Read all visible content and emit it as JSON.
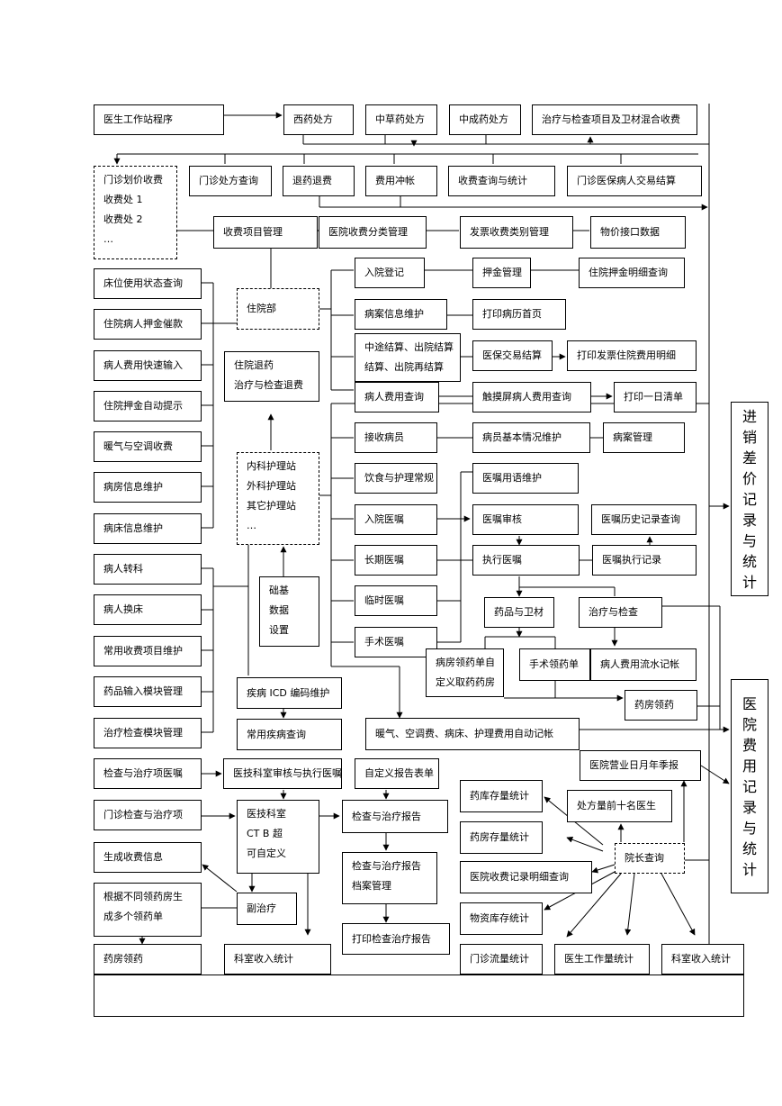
{
  "nodes": {
    "doctor_ws": "医生工作站程序",
    "western_rx": "西药处方",
    "herbal_rx": "中草药处方",
    "patent_rx": "中成药处方",
    "mixed_fee": "治疗与检查项目及卫材混合收费",
    "op_pricing": [
      "门诊划价收费",
      "收费处 1",
      "收费处 2",
      "…"
    ],
    "op_rx_query": "门诊处方查询",
    "refund": "退药退费",
    "fee_reversal": "费用冲帐",
    "fee_query_stats": "收费查询与统计",
    "op_insurance": "门诊医保病人交易结算",
    "fee_item_mgmt": "收费项目管理",
    "hosp_fee_class": "医院收费分类管理",
    "invoice_class": "发票收费类别管理",
    "price_iface": "物价接口数据",
    "bed_status": "床位使用状态查询",
    "deposit_reminder": "住院病人押金催款",
    "fast_fee_input": "病人费用快速输入",
    "deposit_auto": "住院押金自动提示",
    "heating_ac": "暖气与空调收费",
    "ward_info": "病房信息维护",
    "bed_info": "病床信息维护",
    "inpatient_dept": "住院部",
    "inpatient_refund": [
      "住院退药",
      "治疗与检查退费"
    ],
    "nursing_stations": [
      "内科护理站",
      "外科护理站",
      "其它护理站",
      "…"
    ],
    "base_data": [
      "础基",
      "数据",
      "设置"
    ],
    "admission": "入院登记",
    "deposit_mgmt": "押金管理",
    "deposit_detail": "住院押金明细查询",
    "record_maint": "病案信息维护",
    "print_record_home": "打印病历首页",
    "settlement": [
      "中途结算、出院结算",
      "结算、出院再结算"
    ],
    "insurance_settle": "医保交易结算",
    "print_invoice": "打印发票住院费用明细",
    "patient_fee_query": "病人费用查询",
    "touch_fee_query": "触摸屏病人费用查询",
    "print_daily": "打印一日清单",
    "receive_patient": "接收病员",
    "patient_basic": "病员基本情况维护",
    "record_mgmt": "病案管理",
    "diet_care": "饮食与护理常规",
    "order_terms": "医嘱用语维护",
    "admission_order": "入院医嘱",
    "order_review": "医嘱审核",
    "order_history": "医嘱历史记录查询",
    "longterm_order": "长期医嘱",
    "exec_order": "执行医嘱",
    "order_exec_record": "医嘱执行记录",
    "temp_order": "临时医嘱",
    "drug_supplies": "药品与卫材",
    "treat_exam": "治疗与检查",
    "surgery_order": "手术医嘱",
    "ward_requisition": [
      "病房领药单自",
      "定义取药药房"
    ],
    "surgery_requisition": "手术领药单",
    "patient_fee_flow": "病人费用流水记帐",
    "pharmacy_pickup": "药房领药",
    "transfer_dept": "病人转科",
    "change_bed": "病人换床",
    "common_fee_items": "常用收费项目维护",
    "drug_input": "药品输入模块管理",
    "treat_exam_module": "治疗检查模块管理",
    "icd_code": "疾病 ICD 编码维护",
    "common_disease": "常用疾病查询",
    "auto_billing": "暖气、空调费、病床、护理费用自动记帐",
    "hospital_report": "医院营业日月年季报",
    "exam_treat_order": "检查与治疗项医嘱",
    "tech_review": "医技科室审核与执行医嘱",
    "custom_report": "自定义报告表单",
    "op_exam_treat": "门诊检查与治疗项",
    "tech_dept": [
      "医技科室",
      "CT B 超",
      "可自定义"
    ],
    "exam_report": "检查与治疗报告",
    "gen_fee_info": "生成收费信息",
    "exam_archive": [
      "检查与治疗报告",
      "档案管理"
    ],
    "multi_requisition": [
      "根据不同领药房生",
      "成多个领药单"
    ],
    "aux_treatment": "副治疗",
    "print_exam_report": "打印检查治疗报告",
    "pharmacy_pickup_op": "药房领药",
    "dept_income_stats": "科室收入统计",
    "warehouse_stock": "药库存量统计",
    "top10_doctors": "处方量前十名医生",
    "pharmacy_stock": "药房存量统计",
    "dean_query": "院长查询",
    "hosp_fee_detail": "医院收费记录明细查询",
    "material_stock": "物资库存统计",
    "op_flow_stats": "门诊流量统计",
    "doctor_workload": "医生工作量统计",
    "dept_income_stats2": "科室收入统计",
    "purchase_sales": [
      "进",
      "销",
      "差",
      "价",
      "记",
      "录",
      "与",
      "统",
      "计"
    ],
    "hospital_fees": [
      "医",
      "院",
      "费",
      "用",
      "记",
      "录",
      "与",
      "统",
      "计"
    ]
  }
}
